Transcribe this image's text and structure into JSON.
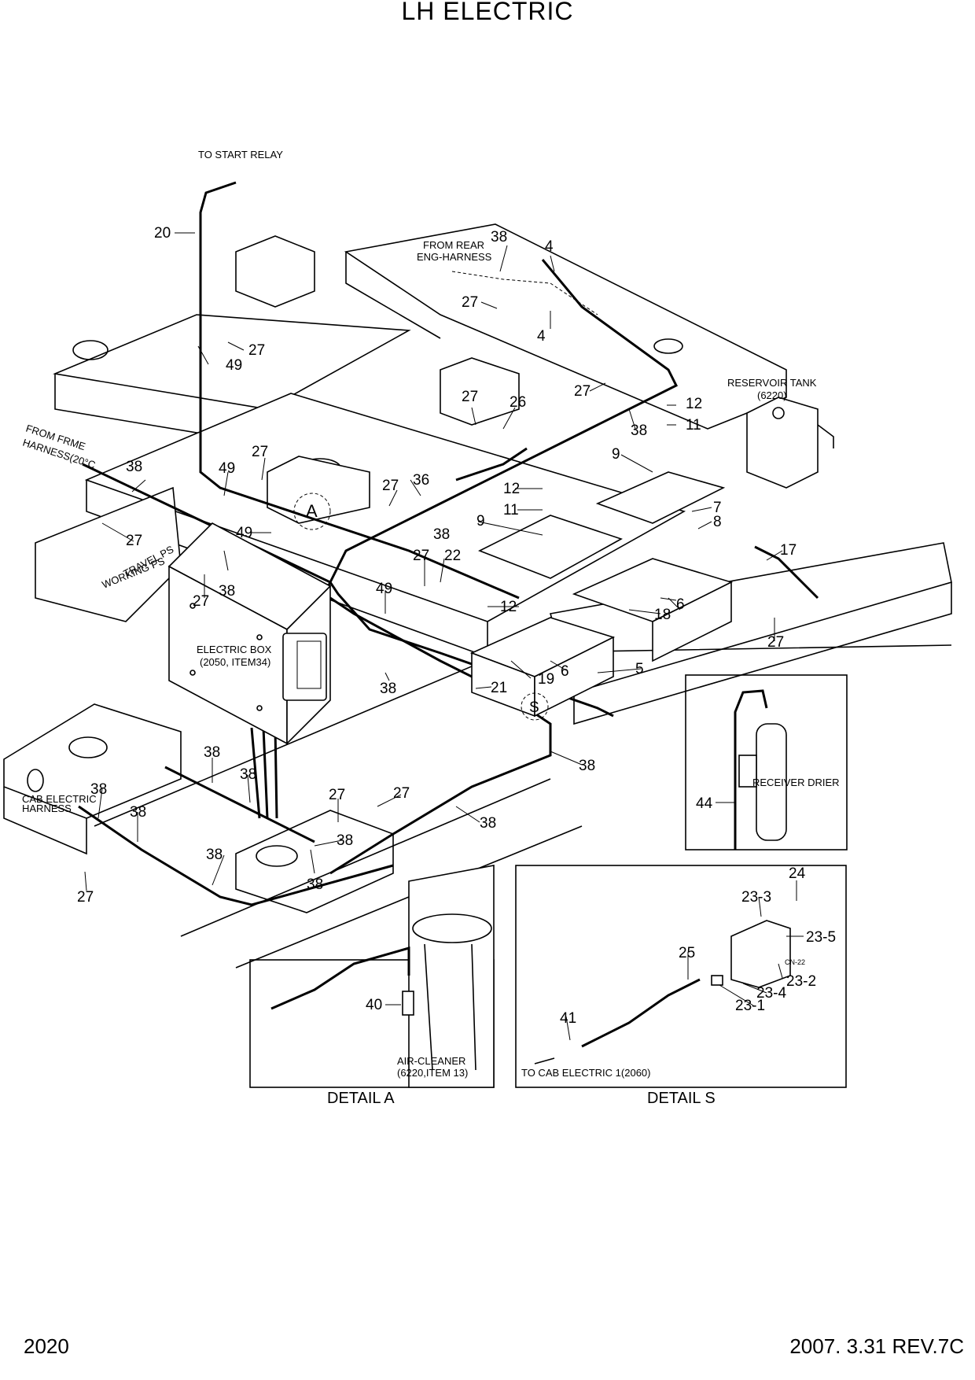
{
  "title": "LH ELECTRIC",
  "footer": {
    "page": "2020",
    "revision": "2007. 3.31 REV.7C"
  },
  "notes": {
    "to_start_relay": "TO START RELAY",
    "from_rear_eng_1": "FROM REAR",
    "from_rear_eng_2": "ENG-HARNESS",
    "from_frme_1": "FROM FRME",
    "from_frme_2": "HARNESS(20°C",
    "working_ps": "WORKING PS",
    "travel_ps": "TRAVEL PS",
    "electric_box_1": "ELECTRIC BOX",
    "electric_box_2": "(2050, ITEM34)",
    "reservoir_1": "RESERVOIR TANK",
    "reservoir_2": "(6220)",
    "cab_harness_1": "CAB ELECTRIC",
    "cab_harness_2": "HARNESS",
    "receiver_drier": "RECEIVER DRIER",
    "air_cleaner_1": "AIR-CLEANER",
    "air_cleaner_2": "(6220,ITEM 13)",
    "to_cab_electric": "TO CAB ELECTRIC 1(2060)",
    "cn22": "CN-22",
    "circle_a": "A",
    "circle_s": "S"
  },
  "details": {
    "a": "DETAIL  A",
    "s": "DETAIL  S"
  },
  "callouts": {
    "c20": "20",
    "c38": "38",
    "c4": "4",
    "c27": "27",
    "c49": "49",
    "c26": "26",
    "c12": "12",
    "c11": "11",
    "c9": "9",
    "c36": "36",
    "c7": "7",
    "c8": "8",
    "c17": "17",
    "c22": "22",
    "c6": "6",
    "c18": "18",
    "c5": "5",
    "c19": "19",
    "c21": "21",
    "c44": "44",
    "c24": "24",
    "c23_3": "23-3",
    "c23_5": "23-5",
    "c25": "25",
    "c23_2": "23-2",
    "c23_4": "23-4",
    "c23_1": "23-1",
    "c41": "41",
    "c40": "40"
  }
}
